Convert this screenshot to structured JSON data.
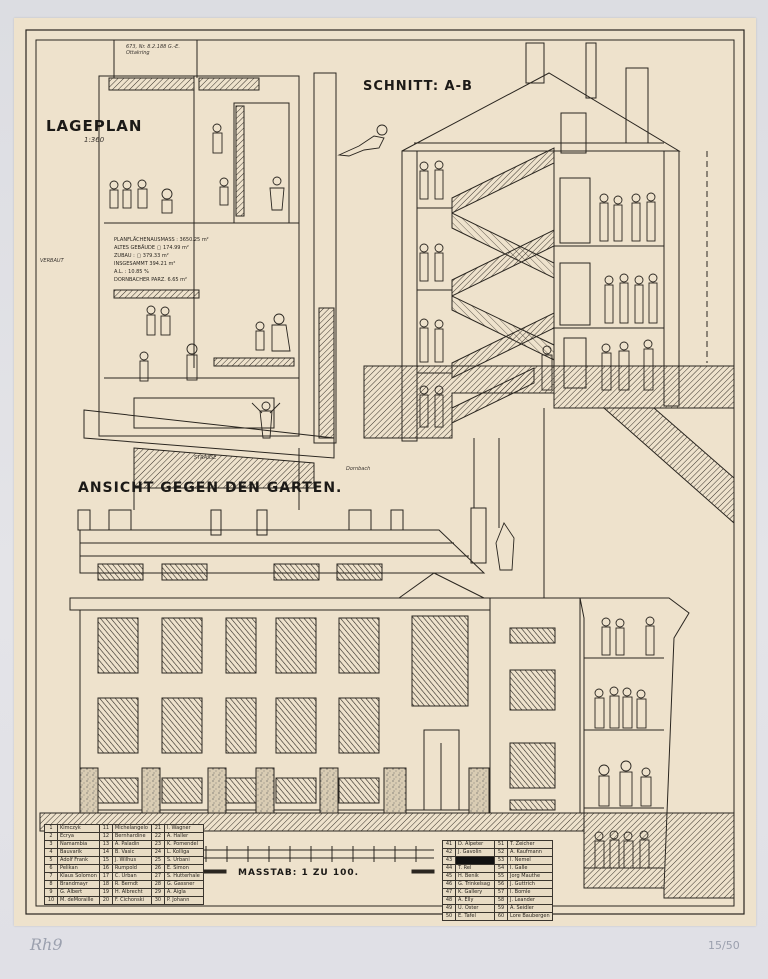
{
  "sheet": {
    "paper_color": "#eee2cc",
    "ink_color": "#1c1a17",
    "mount_color": "#dedfe4"
  },
  "lageplan": {
    "title": "LAGEPLAN",
    "scale": "1:360",
    "note_top": "673, Nr. 8.2.188 G.-E. Ottakring",
    "side_label": "VERBAUT",
    "street_label": "STRASSE",
    "corner_label": "Dornbach",
    "area_table": [
      {
        "label": "PLANFLÄCHENAUSMASS :",
        "value": "3650.25 m²"
      },
      {
        "label": "ALTES GEBÄUDE ▢",
        "value": "174.99 m²"
      },
      {
        "label": "ZUBAU : ▢",
        "value": "379.33 m²"
      },
      {
        "label": "INSGESAMMT",
        "value": "394.21 m²"
      },
      {
        "label": "A.L. : 10.85 %",
        "value": ""
      },
      {
        "label": "DORNBACHER PARZ.",
        "value": "6.65 m²"
      }
    ]
  },
  "schnitt": {
    "title": "SCHNITT: A-B"
  },
  "ansicht": {
    "title": "ANSICHT GEGEN DEN GARTEN."
  },
  "scale_bar": {
    "label": "MASSTAB: 1 ZU 100."
  },
  "legend_left": {
    "columns": [
      [
        {
          "n": "1",
          "name": "Kimczyk"
        },
        {
          "n": "2",
          "name": "Ecrya"
        },
        {
          "n": "3",
          "name": "Namambia"
        },
        {
          "n": "4",
          "name": "Bauvarik"
        },
        {
          "n": "5",
          "name": "Adolf Frank"
        },
        {
          "n": "6",
          "name": "Pelikan"
        },
        {
          "n": "7",
          "name": "Klaus Solomon"
        },
        {
          "n": "8",
          "name": "Brandmayr"
        },
        {
          "n": "9",
          "name": "G. Albert"
        },
        {
          "n": "10",
          "name": "M. deMoraille"
        }
      ],
      [
        {
          "n": "11",
          "name": "Michelangelo"
        },
        {
          "n": "12",
          "name": "Bernhardine"
        },
        {
          "n": "13",
          "name": "A. Paladin"
        },
        {
          "n": "14",
          "name": "B. Vasic"
        },
        {
          "n": "15",
          "name": "J. Wilhus"
        },
        {
          "n": "16",
          "name": "Rumpold"
        },
        {
          "n": "17",
          "name": "C. Urban"
        },
        {
          "n": "18",
          "name": "R. Berndt"
        },
        {
          "n": "19",
          "name": "H. Albrecht"
        },
        {
          "n": "20",
          "name": "F. Cichonski"
        }
      ],
      [
        {
          "n": "21",
          "name": "I. Wagner"
        },
        {
          "n": "22",
          "name": "A. Haller"
        },
        {
          "n": "23",
          "name": "K. Pomendel"
        },
        {
          "n": "24",
          "name": "L. Kolliga"
        },
        {
          "n": "25",
          "name": "S. Urbani"
        },
        {
          "n": "26",
          "name": "E. Simon"
        },
        {
          "n": "27",
          "name": "S. Hutterhale"
        },
        {
          "n": "28",
          "name": "G. Gassner"
        },
        {
          "n": "29",
          "name": "A. Aigla"
        },
        {
          "n": "30",
          "name": "P. Johann"
        }
      ]
    ]
  },
  "legend_right": {
    "columns": [
      [
        {
          "n": "41",
          "name": "D. Alpeter"
        },
        {
          "n": "42",
          "name": "J. Gavolin"
        },
        {
          "n": "43",
          "name": "",
          "redacted": true
        },
        {
          "n": "44",
          "name": "T. Rel"
        },
        {
          "n": "45",
          "name": "H. Benik"
        },
        {
          "n": "46",
          "name": "G. Trinkelsag"
        },
        {
          "n": "47",
          "name": "K. Gallery"
        },
        {
          "n": "48",
          "name": "A. Elly"
        },
        {
          "n": "49",
          "name": "U. Oster"
        },
        {
          "n": "50",
          "name": "E. Tafel"
        }
      ],
      [
        {
          "n": "51",
          "name": "T. Zeicher"
        },
        {
          "n": "52",
          "name": "A. Kaufmann"
        },
        {
          "n": "53",
          "name": "I. Nemel"
        },
        {
          "n": "54",
          "name": "I. Galle"
        },
        {
          "n": "55",
          "name": "Jorg Mauthe"
        },
        {
          "n": "56",
          "name": "J. Guttrich"
        },
        {
          "n": "57",
          "name": "I. Bomle"
        },
        {
          "n": "58",
          "name": "J. Leander"
        },
        {
          "n": "59",
          "name": "A. Seidler"
        },
        {
          "n": "60",
          "name": "Lore Baubergen"
        }
      ]
    ]
  },
  "margin": {
    "signature": "Rh9",
    "edition": "15/50"
  }
}
